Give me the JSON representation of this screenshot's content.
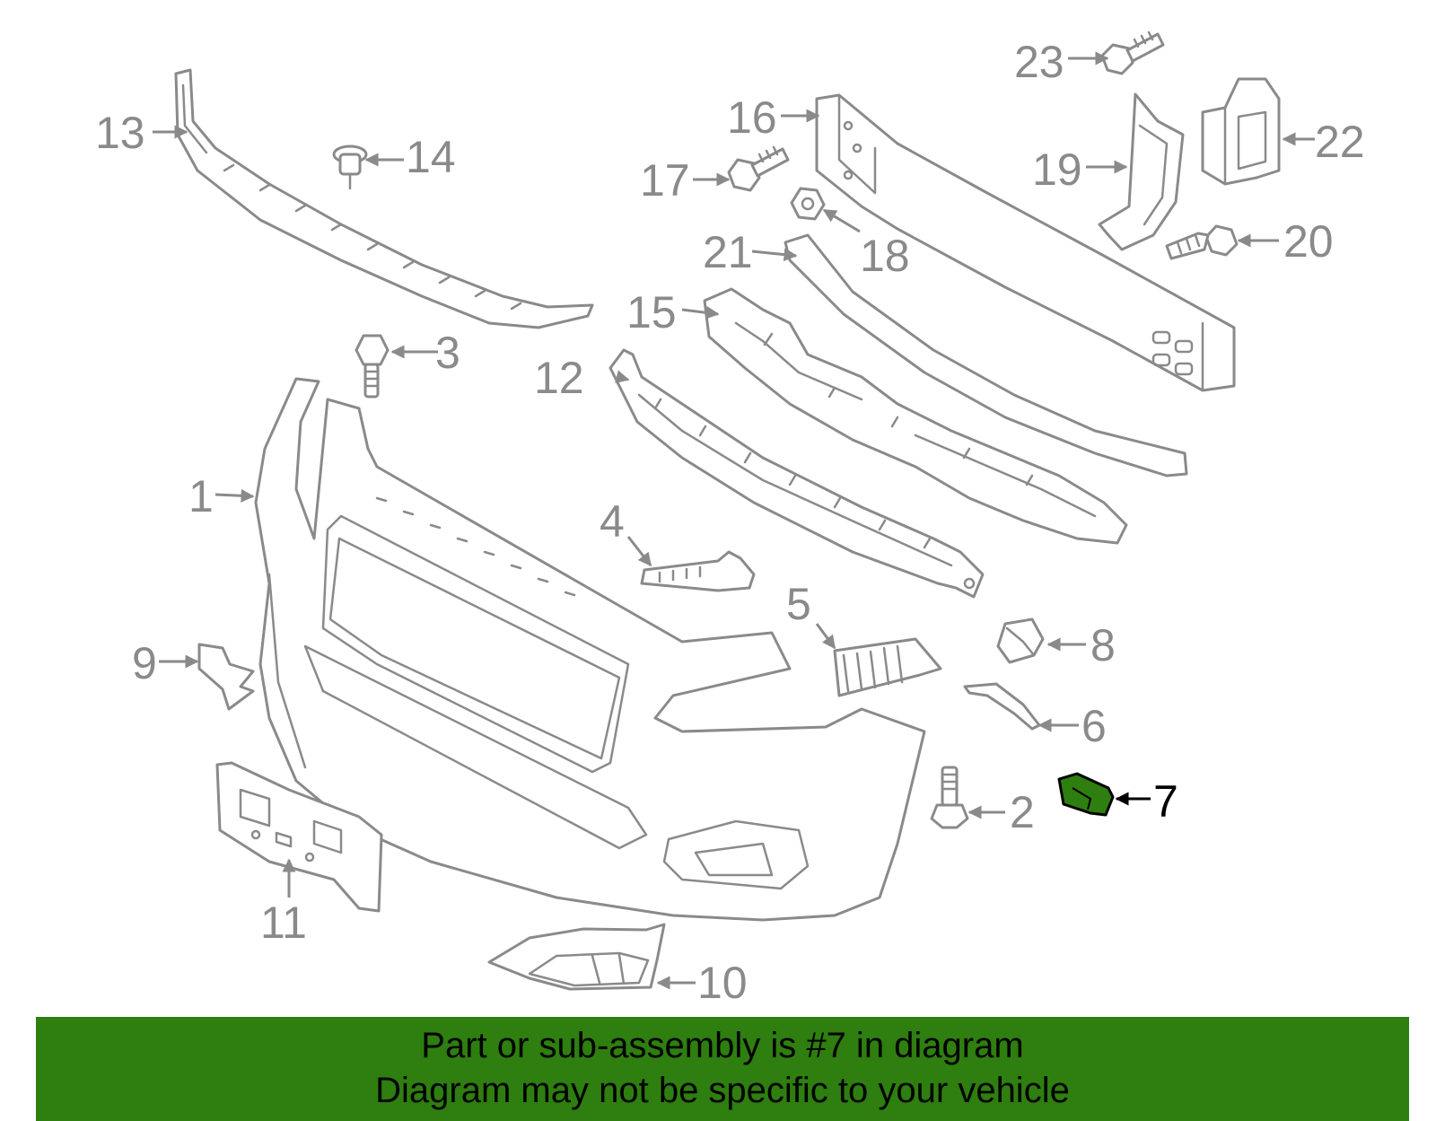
{
  "callouts": [
    "1",
    "2",
    "3",
    "4",
    "5",
    "6",
    "7",
    "8",
    "9",
    "10",
    "11",
    "12",
    "13",
    "14",
    "15",
    "16",
    "17",
    "18",
    "19",
    "20",
    "21",
    "22",
    "23"
  ],
  "highlighted_part": "7",
  "colors": {
    "highlight": "#2e7e10",
    "line_art": "#8a8a8a",
    "highlight_text": "#000000"
  },
  "banner": {
    "line1": "Part or sub-assembly is #7 in diagram",
    "line2": "Diagram may not be specific to your vehicle"
  }
}
